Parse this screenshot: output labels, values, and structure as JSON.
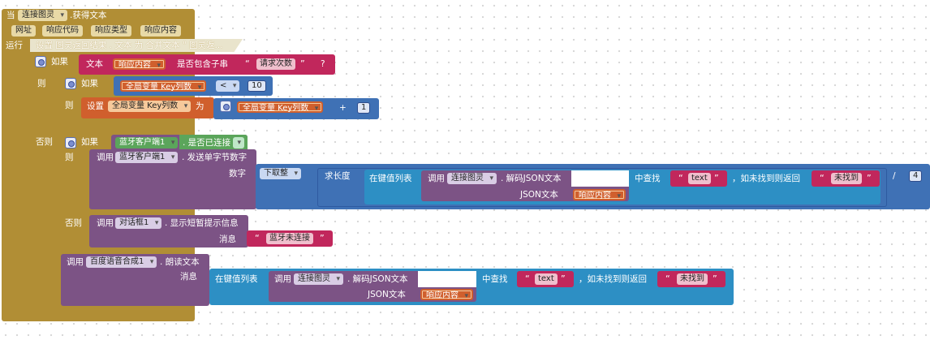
{
  "event": {
    "when": "当",
    "component": "连接图灵",
    "event_name": ".获得文本",
    "params": [
      "网址",
      "响应代码",
      "响应类型",
      "响应内容"
    ],
    "run": "运行"
  },
  "tooltip": "设置 图灵返回结果 . 文本 为 合并文本 \" 图灵返...",
  "if1": {
    "if_label": "如果",
    "text_label": "文本",
    "get_var": "响应内容",
    "contains_label": "是否包含子串",
    "search_str": "请求次数",
    "q_mark": "?"
  },
  "then_label": "则",
  "else_if_label": "否则",
  "inner_if": {
    "if_label": "如果",
    "global_var": "全局变量 Key列数",
    "op": "<",
    "value": "10"
  },
  "set_block": {
    "set_label": "设置",
    "var": "全局变量 Key列数",
    "to_label": "为",
    "get_var": "全局变量 Key列数",
    "op": "+",
    "value": "1"
  },
  "bt_if": {
    "if_label": "如果",
    "component": "蓝牙客户端1",
    "prop": ". 是否已连接"
  },
  "call_bt": {
    "call_label": "调用",
    "component": "蓝牙客户端1",
    "method": ". 发送单字节数字",
    "arg_label": "数字",
    "floor": "下取整",
    "length": "求长度",
    "lookup": "在键值列表",
    "call2": "调用",
    "comp2": "连接图灵",
    "decode": ". 解码JSON文本",
    "json_label": "JSON文本",
    "json_var": "响应内容",
    "find": "中查找",
    "key": "text",
    "not_found_label": "，如未找到则返回",
    "not_found": "未找到",
    "div": "/",
    "divisor": "4"
  },
  "else_bt": {
    "else_label": "否则",
    "call_label": "调用",
    "component": "对话框1",
    "method": ". 显示短暂提示信息",
    "msg_label": "消息",
    "msg": "蓝牙未连接"
  },
  "tts": {
    "call_label": "调用",
    "component": "百度语音合成1",
    "method": ". 朗读文本",
    "msg_label": "消息",
    "lookup": "在键值列表",
    "call2": "调用",
    "comp2": "连接图灵",
    "decode": ". 解码JSON文本",
    "json_label": "JSON文本",
    "json_var": "响应内容",
    "find": "中查找",
    "key": "text",
    "not_found_label": "，如未找到则返回",
    "not_found": "未找到"
  },
  "colors": {
    "event": "#b18e35",
    "control": "#b18e35",
    "text": "#c1275c",
    "variable": "#d05f2d",
    "math": "#3f71b5",
    "component": "#7c5385",
    "dictionary": "#2d8fc4",
    "logic": "#5ba55b"
  }
}
